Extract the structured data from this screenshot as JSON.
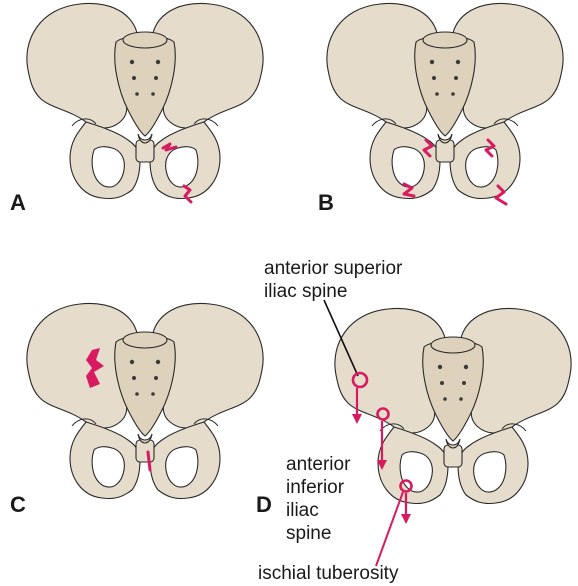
{
  "panels": {
    "a": {
      "letter": "A"
    },
    "b": {
      "letter": "B"
    },
    "c": {
      "letter": "C"
    },
    "d": {
      "letter": "D"
    }
  },
  "annotations": {
    "asis_line1": "anterior superior",
    "asis_line2": "iliac spine",
    "aiis_line1": "anterior",
    "aiis_line2": "inferior",
    "aiis_line3": "iliac",
    "aiis_line4": "spine",
    "ischial": "ischial tuberosity"
  },
  "colors": {
    "fracture": "#d81b60",
    "bone": "#e6dccb",
    "outline": "#2a2a2a"
  }
}
